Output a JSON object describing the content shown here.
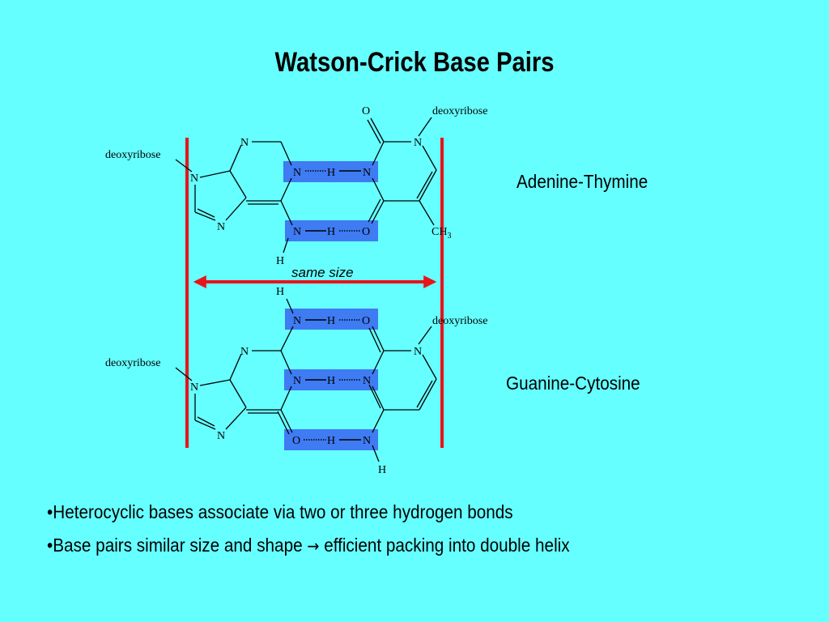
{
  "title": "Watson-Crick Base Pairs",
  "pairs": {
    "at_label": "Adenine-Thymine",
    "gc_label": "Guanine-Cytosine"
  },
  "annotations": {
    "same_size": "same size",
    "sugar": "deoxyribose"
  },
  "atoms": {
    "N": "N",
    "H": "H",
    "O": "O",
    "methyl": "CH",
    "methyl_sub": "3"
  },
  "bullets": [
    "•Heterocyclic bases associate via two or three hydrogen bonds",
    "•Base pairs similar size and shape",
    "efficient packing into double helix"
  ],
  "arrow_symbol": "→",
  "colors": {
    "background": "#66FFFF",
    "hbond_highlight": "#3F7BF2",
    "boundary_lines": "#E8141A"
  }
}
